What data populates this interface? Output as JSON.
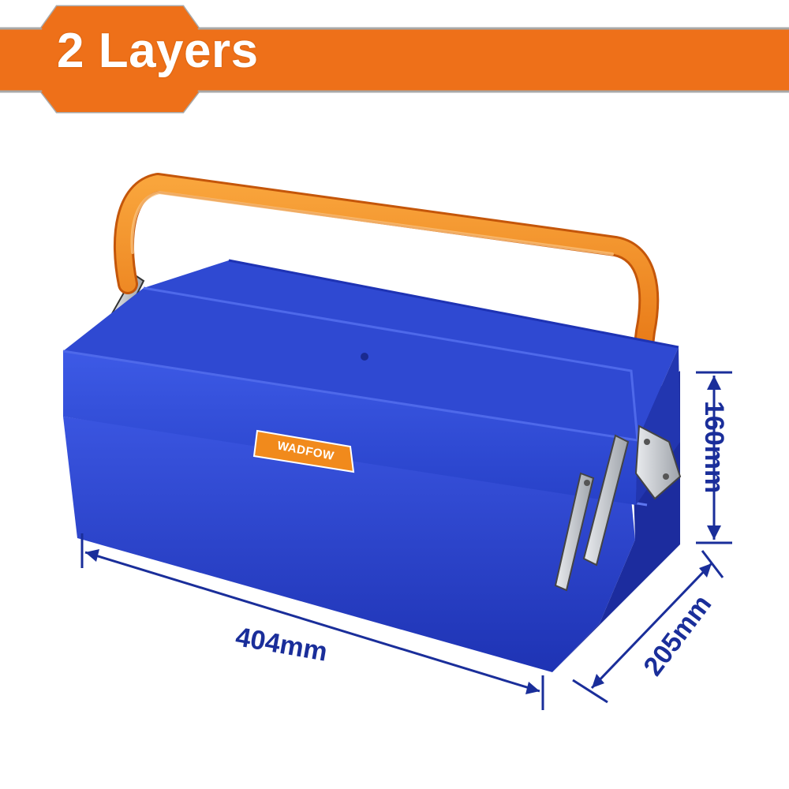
{
  "banner": {
    "title": "2 Layers",
    "color": "#ee7019"
  },
  "product": {
    "brand": "WADFOW",
    "body_color": "#2a3fc2",
    "handle_color": "#f18a1c"
  },
  "dimensions": {
    "width": "404mm",
    "height": "160mm",
    "depth": "205mm",
    "line_color": "#1a2e9a"
  }
}
